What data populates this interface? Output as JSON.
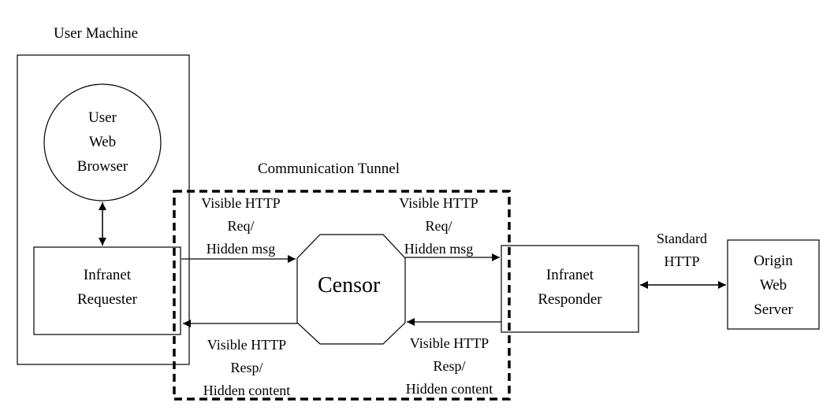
{
  "labels": {
    "user_machine": "User Machine",
    "communication_tunnel": "Communication Tunnel",
    "censor": "Censor",
    "browser": [
      "User",
      "Web",
      "Browser"
    ],
    "requester": [
      "Infranet",
      "Requester"
    ],
    "responder": [
      "Infranet",
      "Responder"
    ],
    "origin_server": [
      "Origin",
      "Web",
      "Server"
    ],
    "standard_http": [
      "Standard",
      "HTTP"
    ],
    "req_left": [
      "Visible HTTP",
      "Req/",
      "Hidden msg"
    ],
    "req_right": [
      "Visible HTTP",
      "Req/",
      "Hidden msg"
    ],
    "resp_left": [
      "Visible HTTP",
      "Resp/",
      "Hidden content"
    ],
    "resp_right": [
      "Visible HTTP",
      "Resp/",
      "Hidden content"
    ]
  }
}
